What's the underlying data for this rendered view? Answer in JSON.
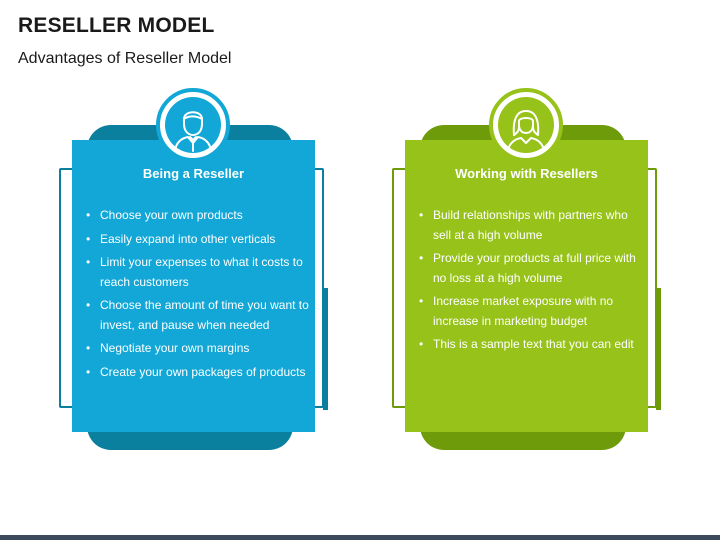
{
  "title": "RESELLER MODEL",
  "subtitle": "Advantages of Reseller Model",
  "cards": [
    {
      "icon": "man-avatar-icon",
      "heading": "Being a Reseller",
      "color": "#12a7d6",
      "items": [
        "Choose your own products",
        "Easily expand into other verticals",
        "Limit your expenses to what it costs to reach customers",
        "Choose the amount of time you want to invest, and pause when needed",
        "Negotiate your own margins",
        "Create your own packages of products"
      ]
    },
    {
      "icon": "woman-avatar-icon",
      "heading": "Working with Resellers",
      "color": "#96c21a",
      "items": [
        "Build relationships with partners who sell at a high volume",
        "Provide your products at full price with no loss at a high volume",
        "Increase market exposure with no increase in marketing budget",
        "This is a sample text that you can edit"
      ]
    }
  ]
}
